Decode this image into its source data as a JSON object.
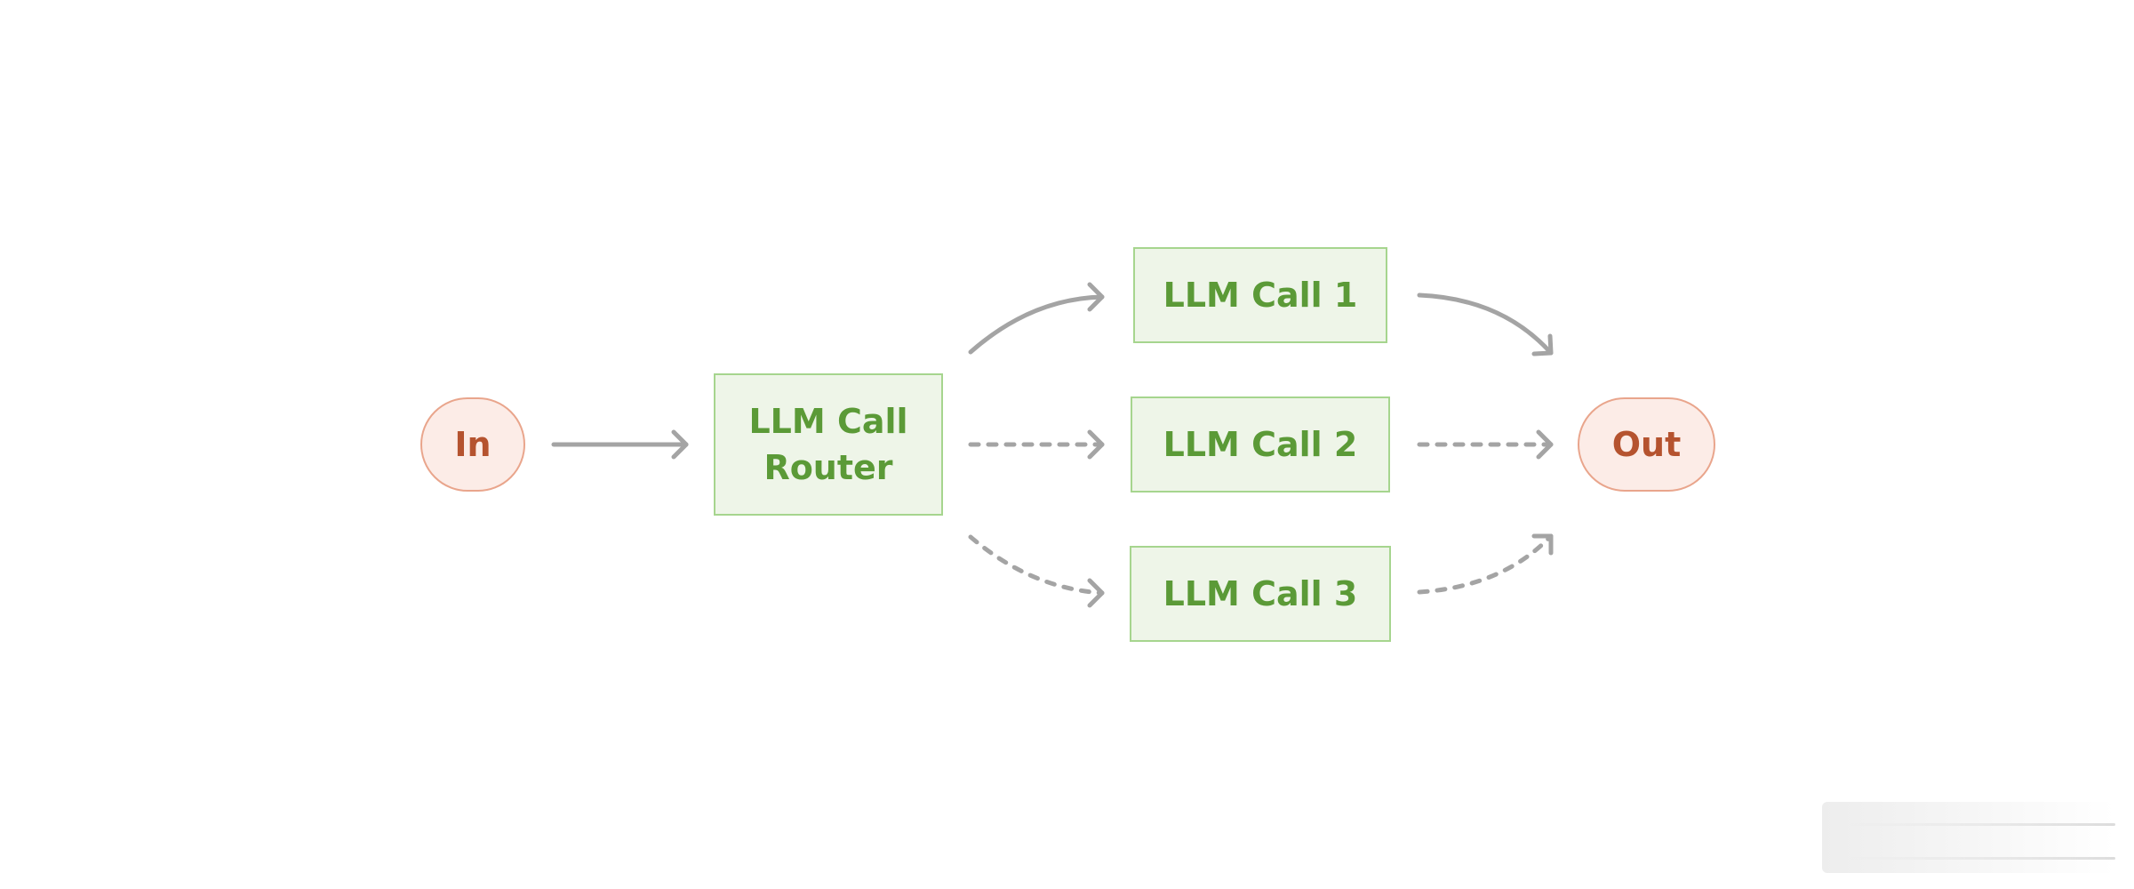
{
  "nodes": {
    "input": "In",
    "router": "LLM Call\nRouter",
    "call1": "LLM Call 1",
    "call2": "LLM Call 2",
    "call3": "LLM Call 3",
    "output": "Out"
  },
  "colors": {
    "terminal_fill": "#fcece7",
    "terminal_border": "#e9a58c",
    "terminal_text": "#b5532f",
    "box_fill": "#eef5e8",
    "box_border": "#a6d58e",
    "box_text": "#5b9a37",
    "arrow": "#a4a4a4"
  },
  "edges": [
    {
      "from": "input",
      "to": "router",
      "style": "solid"
    },
    {
      "from": "router",
      "to": "call1",
      "style": "solid"
    },
    {
      "from": "router",
      "to": "call2",
      "style": "dashed"
    },
    {
      "from": "router",
      "to": "call3",
      "style": "dashed"
    },
    {
      "from": "call1",
      "to": "output",
      "style": "solid"
    },
    {
      "from": "call2",
      "to": "output",
      "style": "dashed"
    },
    {
      "from": "call3",
      "to": "output",
      "style": "dashed"
    }
  ]
}
